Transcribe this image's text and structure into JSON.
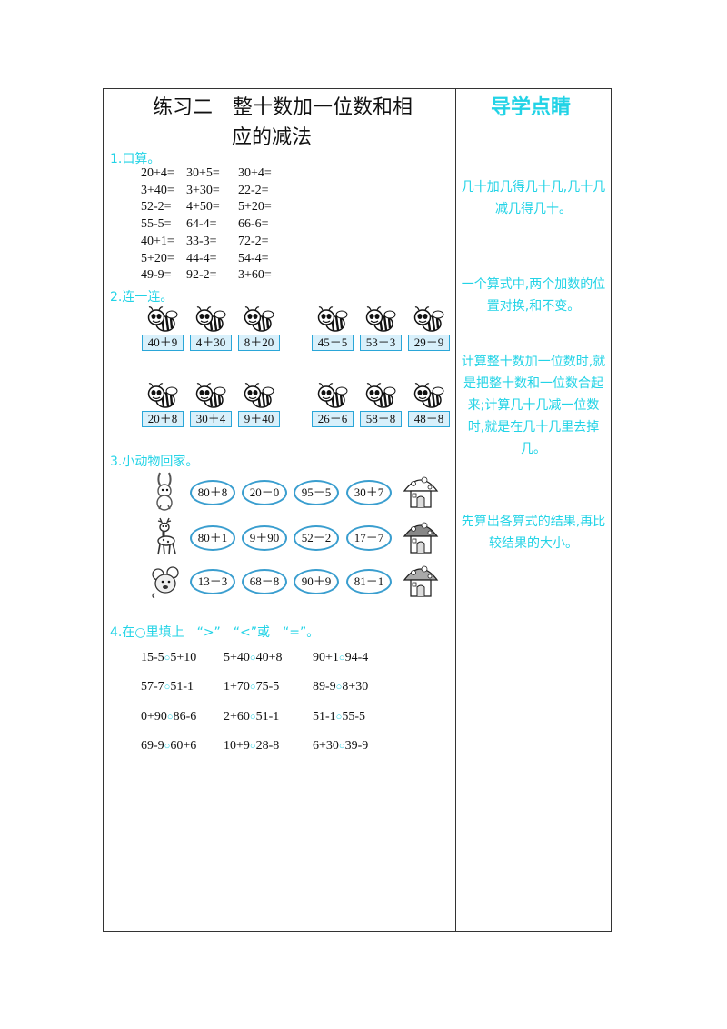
{
  "title_line1": "练习二　整十数加一位数和相",
  "title_line2": "应的减法",
  "side_title": "导学点睛",
  "sec1": "1.口算。",
  "calc_rows": [
    [
      "20+4=",
      "30+5=",
      "30+4="
    ],
    [
      "3+40=",
      "3+30=",
      "22-2="
    ],
    [
      "52-2=",
      "4+50=",
      "5+20="
    ],
    [
      "55-5=",
      "64-4=",
      "66-6="
    ],
    [
      "40+1=",
      "33-3=",
      "72-2="
    ],
    [
      "5+20=",
      "44-4=",
      "54-4="
    ],
    [
      "49-9=",
      "92-2=",
      "3+60="
    ]
  ],
  "sec2": "2.连一连。",
  "bee_cards": [
    [
      "40＋9",
      "4＋30",
      "8＋20",
      "45－5",
      "53－3",
      "29－9"
    ],
    [
      "20＋8",
      "30＋4",
      "9＋40",
      "26－6",
      "58－8",
      "48－8"
    ]
  ],
  "sec3": "3.小动物回家。",
  "animal_rows": [
    {
      "animal": "rabbit",
      "bubbles": [
        "80＋8",
        "20－0",
        "95－5",
        "30＋7"
      ]
    },
    {
      "animal": "deer",
      "bubbles": [
        "80＋1",
        "9＋90",
        "52－2",
        "17－7"
      ]
    },
    {
      "animal": "mouse",
      "bubbles": [
        "13－3",
        "68－8",
        "90＋9",
        "81－1"
      ]
    }
  ],
  "sec4": "4.在○里填上　“>”　“<”或　“=”。",
  "cmp_rows": [
    [
      [
        "15-5",
        "5+10"
      ],
      [
        "5+40",
        "40+8"
      ],
      [
        "90+1",
        "94-4"
      ]
    ],
    [
      [
        "57-7",
        "51-1"
      ],
      [
        "1+70",
        "75-5"
      ],
      [
        "89-9",
        "8+30"
      ]
    ],
    [
      [
        "0+90",
        "86-6"
      ],
      [
        "2+60",
        "51-1"
      ],
      [
        "51-1",
        "55-5"
      ]
    ],
    [
      [
        "69-9",
        "60+6"
      ],
      [
        "10+9",
        "28-8"
      ],
      [
        "6+30",
        "39-9"
      ]
    ]
  ],
  "circle": "○",
  "tips": [
    "几十加几得几十几,几十几减几得几十。",
    "一个算式中,两个加数的位置对换,和不变。",
    "计算整十数加一位数时,就是把整十数和一位数合起来;计算几十几减一位数时,就是在几十几里去掉几。",
    "先算出各算式的结果,再比较结果的大小。"
  ]
}
